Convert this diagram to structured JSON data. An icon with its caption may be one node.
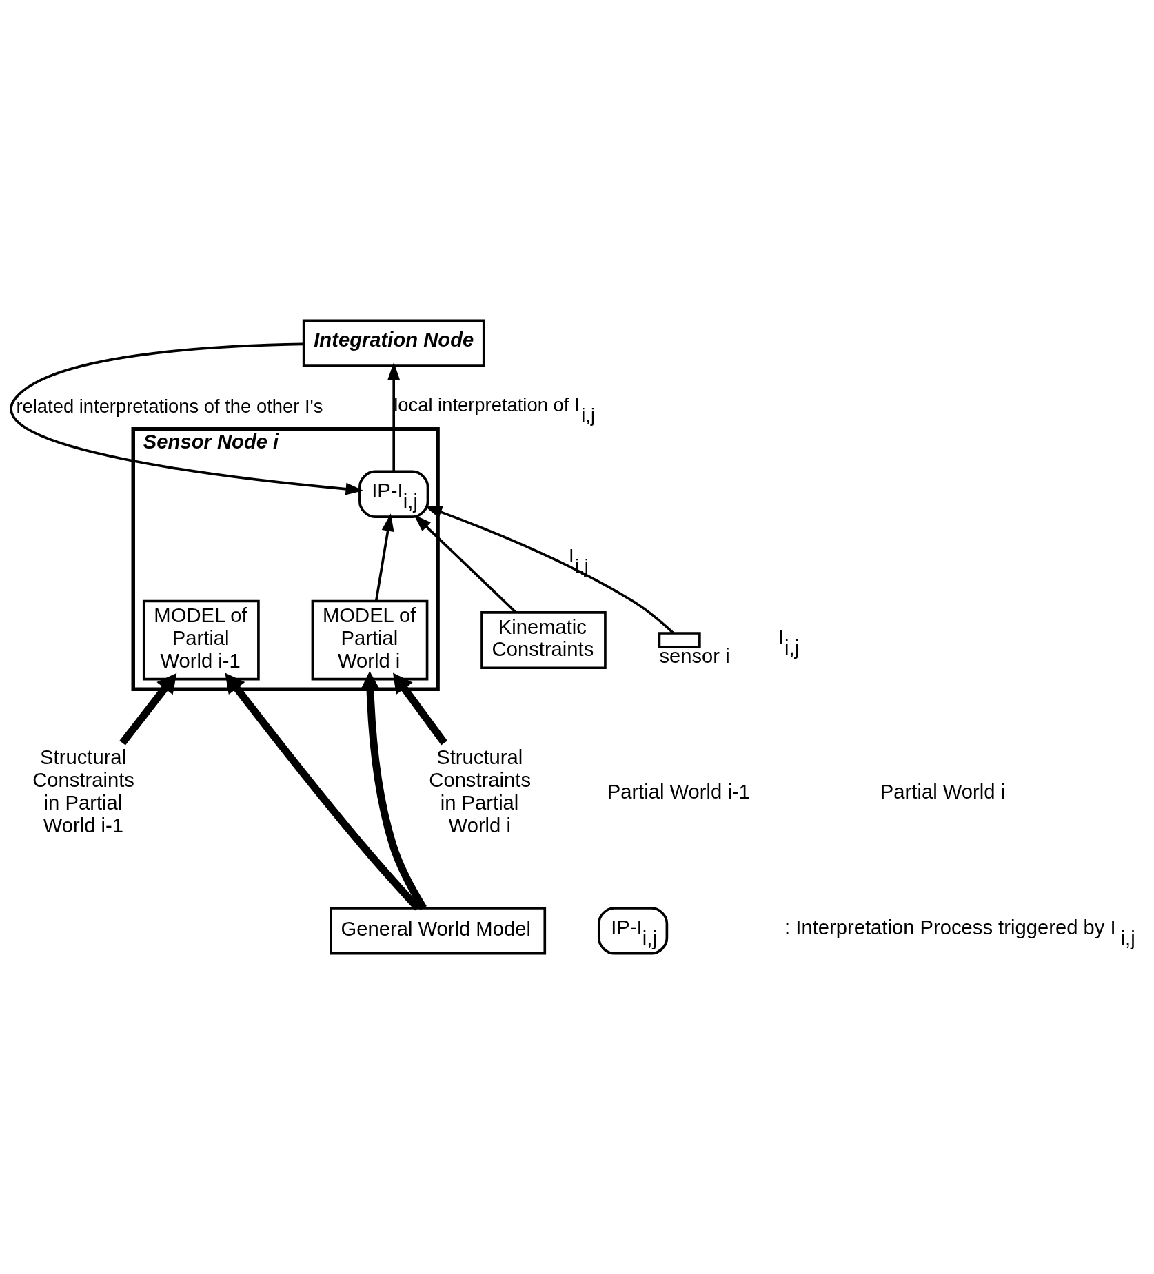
{
  "diagram": {
    "nodes": [
      {
        "text": [
          "Integration Node"
        ]
      },
      {
        "text": [
          "Sensor Node i"
        ]
      },
      {
        "text": [
          "IP-I$_{i,j}$"
        ],
        "in": 1
      },
      {
        "text": [
          "MODEL of Partial World i-1"
        ],
        "in": 1
      },
      {
        "text": [
          "MODEL of Partial World i"
        ],
        "in": 1
      },
      {
        "text": [
          "Kinematic Constraints"
        ]
      },
      {
        "text": [
          "Structural Constraints in Partial World i-1"
        ]
      },
      {
        "text": [
          "Structural Constraints in Partial World i"
        ]
      },
      {
        "text": [],
        "shape": "box",
        "beside": [
          "sensor i"
        ]
      },
      {
        "text": [
          "General World Model"
        ]
      },
      {
        "text": [
          "IP-I$_{i,j}$"
        ]
      }
    ],
    "edges": [
      {
        "from": 0,
        "to": 2,
        "arrow": "to",
        "label": "related interpretations of the other I's"
      },
      {
        "from": 2,
        "to": 0,
        "arrow": "to",
        "label": "local interpretation of I$_{i,j}$"
      },
      {
        "from": 5,
        "to": 2,
        "arrow": "to"
      },
      {
        "from": 4,
        "to": 2,
        "arrow": "to"
      },
      {
        "from": 8,
        "to": 2,
        "arrow": "to",
        "label": "I$_{i,j}$"
      },
      {
        "from": 6,
        "to": 3,
        "arrow": "to",
        "style": "thick"
      },
      {
        "from": 9,
        "to": 3,
        "arrow": "to",
        "style": "thick"
      },
      {
        "from": 9,
        "to": 4,
        "arrow": "to",
        "style": "thick"
      },
      {
        "from": 7,
        "to": 4,
        "arrow": "to",
        "style": "thick"
      }
    ],
    "labels": [
      "I$_{i,j}$",
      "Partial World i-1",
      "Partial World i",
      ": Interpretation Process triggered by I$_{i,j}$"
    ]
  }
}
